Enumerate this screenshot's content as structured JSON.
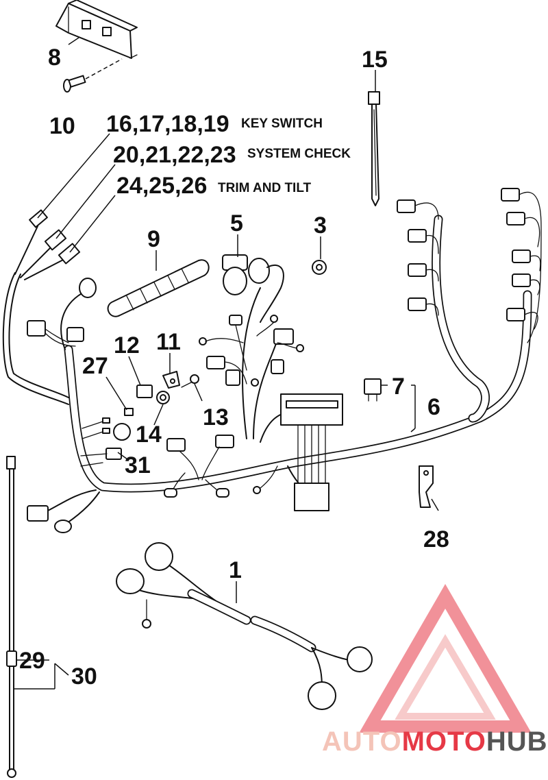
{
  "callouts": [
    {
      "id": "c8",
      "text": "8"
    },
    {
      "id": "c10",
      "text": "10"
    },
    {
      "id": "c15",
      "text": "15"
    },
    {
      "id": "c16",
      "text": "16,17,18,19",
      "desc": "KEY SWITCH"
    },
    {
      "id": "c20",
      "text": "20,21,22,23",
      "desc": "SYSTEM CHECK"
    },
    {
      "id": "c24",
      "text": "24,25,26",
      "desc": "TRIM AND TILT"
    },
    {
      "id": "c5",
      "text": "5"
    },
    {
      "id": "c3",
      "text": "3"
    },
    {
      "id": "c9",
      "text": "9"
    },
    {
      "id": "c12",
      "text": "12"
    },
    {
      "id": "c11",
      "text": "11"
    },
    {
      "id": "c27",
      "text": "27"
    },
    {
      "id": "c7",
      "text": "7"
    },
    {
      "id": "c6",
      "text": "6"
    },
    {
      "id": "c13",
      "text": "13"
    },
    {
      "id": "c14",
      "text": "14"
    },
    {
      "id": "c31",
      "text": "31"
    },
    {
      "id": "c28",
      "text": "28"
    },
    {
      "id": "c1",
      "text": "1"
    },
    {
      "id": "c29",
      "text": "29"
    },
    {
      "id": "c30",
      "text": "30"
    }
  ],
  "watermark": {
    "part1": "AUTO",
    "part2": "MOTO",
    "part3": "HUB",
    "color_light": "#f4c4b8",
    "color_red": "#e63946",
    "color_dark": "#555555"
  }
}
